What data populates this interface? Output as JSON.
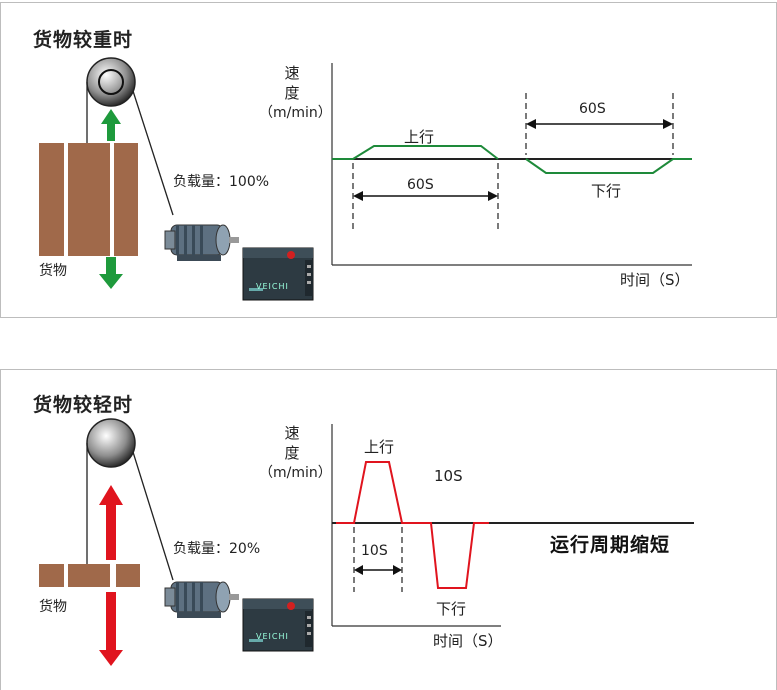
{
  "panels": [
    {
      "title": "货物较重时",
      "cargo_label": "货物",
      "load_label": "负载量：100%",
      "brand": "VEICHI",
      "axis_y": [
        "速",
        "度",
        "（m/min）"
      ],
      "axis_x": "时间（S）",
      "up_label": "上行",
      "down_label": "下行",
      "interval_up": "60S",
      "interval_down": "60S",
      "arrow_color": "#1e9a3c",
      "curve_color": "#1e8a3a"
    },
    {
      "title": "货物较轻时",
      "cargo_label": "货物",
      "load_label": "负载量：20%",
      "brand": "VEICHI",
      "axis_y": [
        "速",
        "度",
        "（m/min）"
      ],
      "axis_x": "时间（S）",
      "up_label": "上行",
      "down_label": "下行",
      "interval_top": "10S",
      "interval_bottom": "10S",
      "summary": "运行周期缩短",
      "arrow_color": "#e0141e",
      "curve_color": "#e0141e"
    }
  ]
}
